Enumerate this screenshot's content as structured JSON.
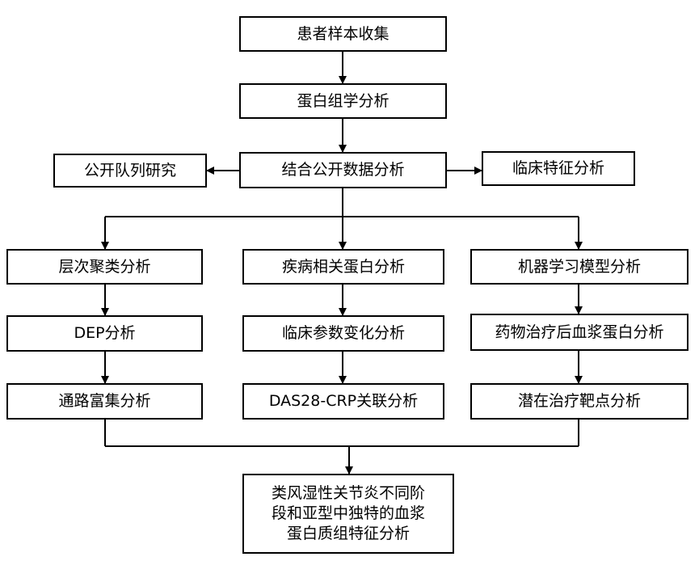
{
  "diagram": {
    "top": {
      "sample_collection": "患者样本收集",
      "proteomics": "蛋白组学分析",
      "public_data": "结合公开数据分析",
      "public_cohort": "公开队列研究",
      "clinical_features": "临床特征分析"
    },
    "branch_left": {
      "clustering": "层次聚类分析",
      "dep": "DEP分析",
      "pathway": "通路富集分析"
    },
    "branch_middle": {
      "disease_protein": "疾病相关蛋白分析",
      "clinical_params": "临床参数变化分析",
      "das28": "DAS28-CRP关联分析"
    },
    "branch_right": {
      "ml_model": "机器学习模型分析",
      "drug_treatment": "药物治疗后血浆蛋白分析",
      "targets": "潜在治疗靶点分析"
    },
    "result": {
      "line1": "类风湿性关节炎不同阶",
      "line2": "段和亚型中独特的血浆",
      "line3": "蛋白质组特征分析"
    }
  }
}
